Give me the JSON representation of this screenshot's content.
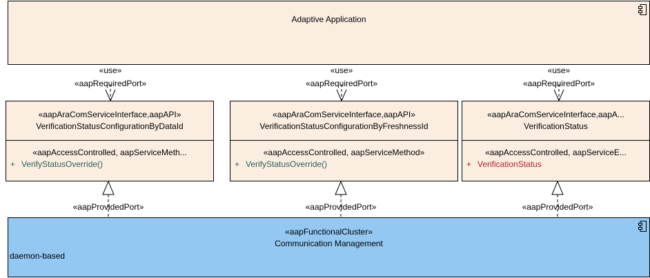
{
  "adaptive_application": {
    "name": "Adaptive Application"
  },
  "functional_cluster": {
    "stereotype": "«aapFunctionalCluster»",
    "name": "Communication Management",
    "note": "daemon-based"
  },
  "interfaces": [
    {
      "stereotype": "«aapAraComServiceInterface,aapAPI»",
      "name": "VerificationStatusConfigurationByDataId",
      "member_stereotype": "«aapAccessControlled, aapServiceMeth...",
      "member_visibility": "+",
      "member": "VerifyStatusOverride()",
      "member_kind": "method"
    },
    {
      "stereotype": "«aapAraComServiceInterface,aapAPI»",
      "name": "VerificationStatusConfigurationByFreshnessId",
      "member_stereotype": "«aapAccessControlled, aapServiceMethod»",
      "member_visibility": "+",
      "member": "VerifyStatusOverride()",
      "member_kind": "method"
    },
    {
      "stereotype": "«aapAraComServiceInterface,aapA...",
      "name": "VerificationStatus",
      "member_stereotype": "«aapAccessControlled, aapServiceE...",
      "member_visibility": "+",
      "member": "VerificationStatus",
      "member_kind": "event"
    }
  ],
  "connectors": {
    "use_label": "«use»",
    "required_port_label": "«aapRequiredPort»",
    "provided_port_label": "«aapProvidedPort»"
  },
  "colors": {
    "application_fill": "#fbeee1",
    "cluster_fill": "#93c8f3",
    "interface_fill": "#fbeee1",
    "method_text": "#2b5f5a",
    "event_text": "#b0212b"
  }
}
